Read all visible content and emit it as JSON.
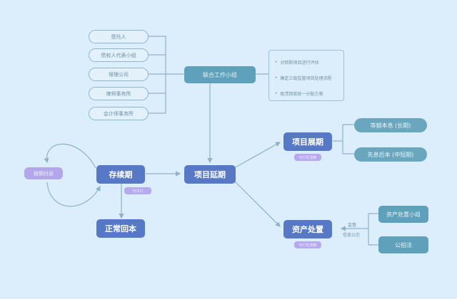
{
  "left_members": [
    "受托人",
    "债权人代表小组",
    "保理公司",
    "律师事务所",
    "会计师事务所"
  ],
  "joint_group": "联合工作小组",
  "joint_tasks": [
    "对回购项目进行评估",
    "确定三级监管项目处理流程",
    "租赁回款统一分配方案"
  ],
  "duration": "存续期",
  "duration_tag": "可兑付",
  "interest": "按期付息",
  "normal": "正常回本",
  "delay": "项目延期",
  "extension": "项目展期",
  "extension_tag": "可行性测算",
  "ext_options": [
    "等额本息 (长期)",
    "先息后本 (中短期)"
  ],
  "disposal": "资产处置",
  "disposal_tag": "可行性测算",
  "disposal_labels": [
    "监督",
    "信息公示"
  ],
  "disposal_options": [
    "资产处置小组",
    "公拍法"
  ]
}
